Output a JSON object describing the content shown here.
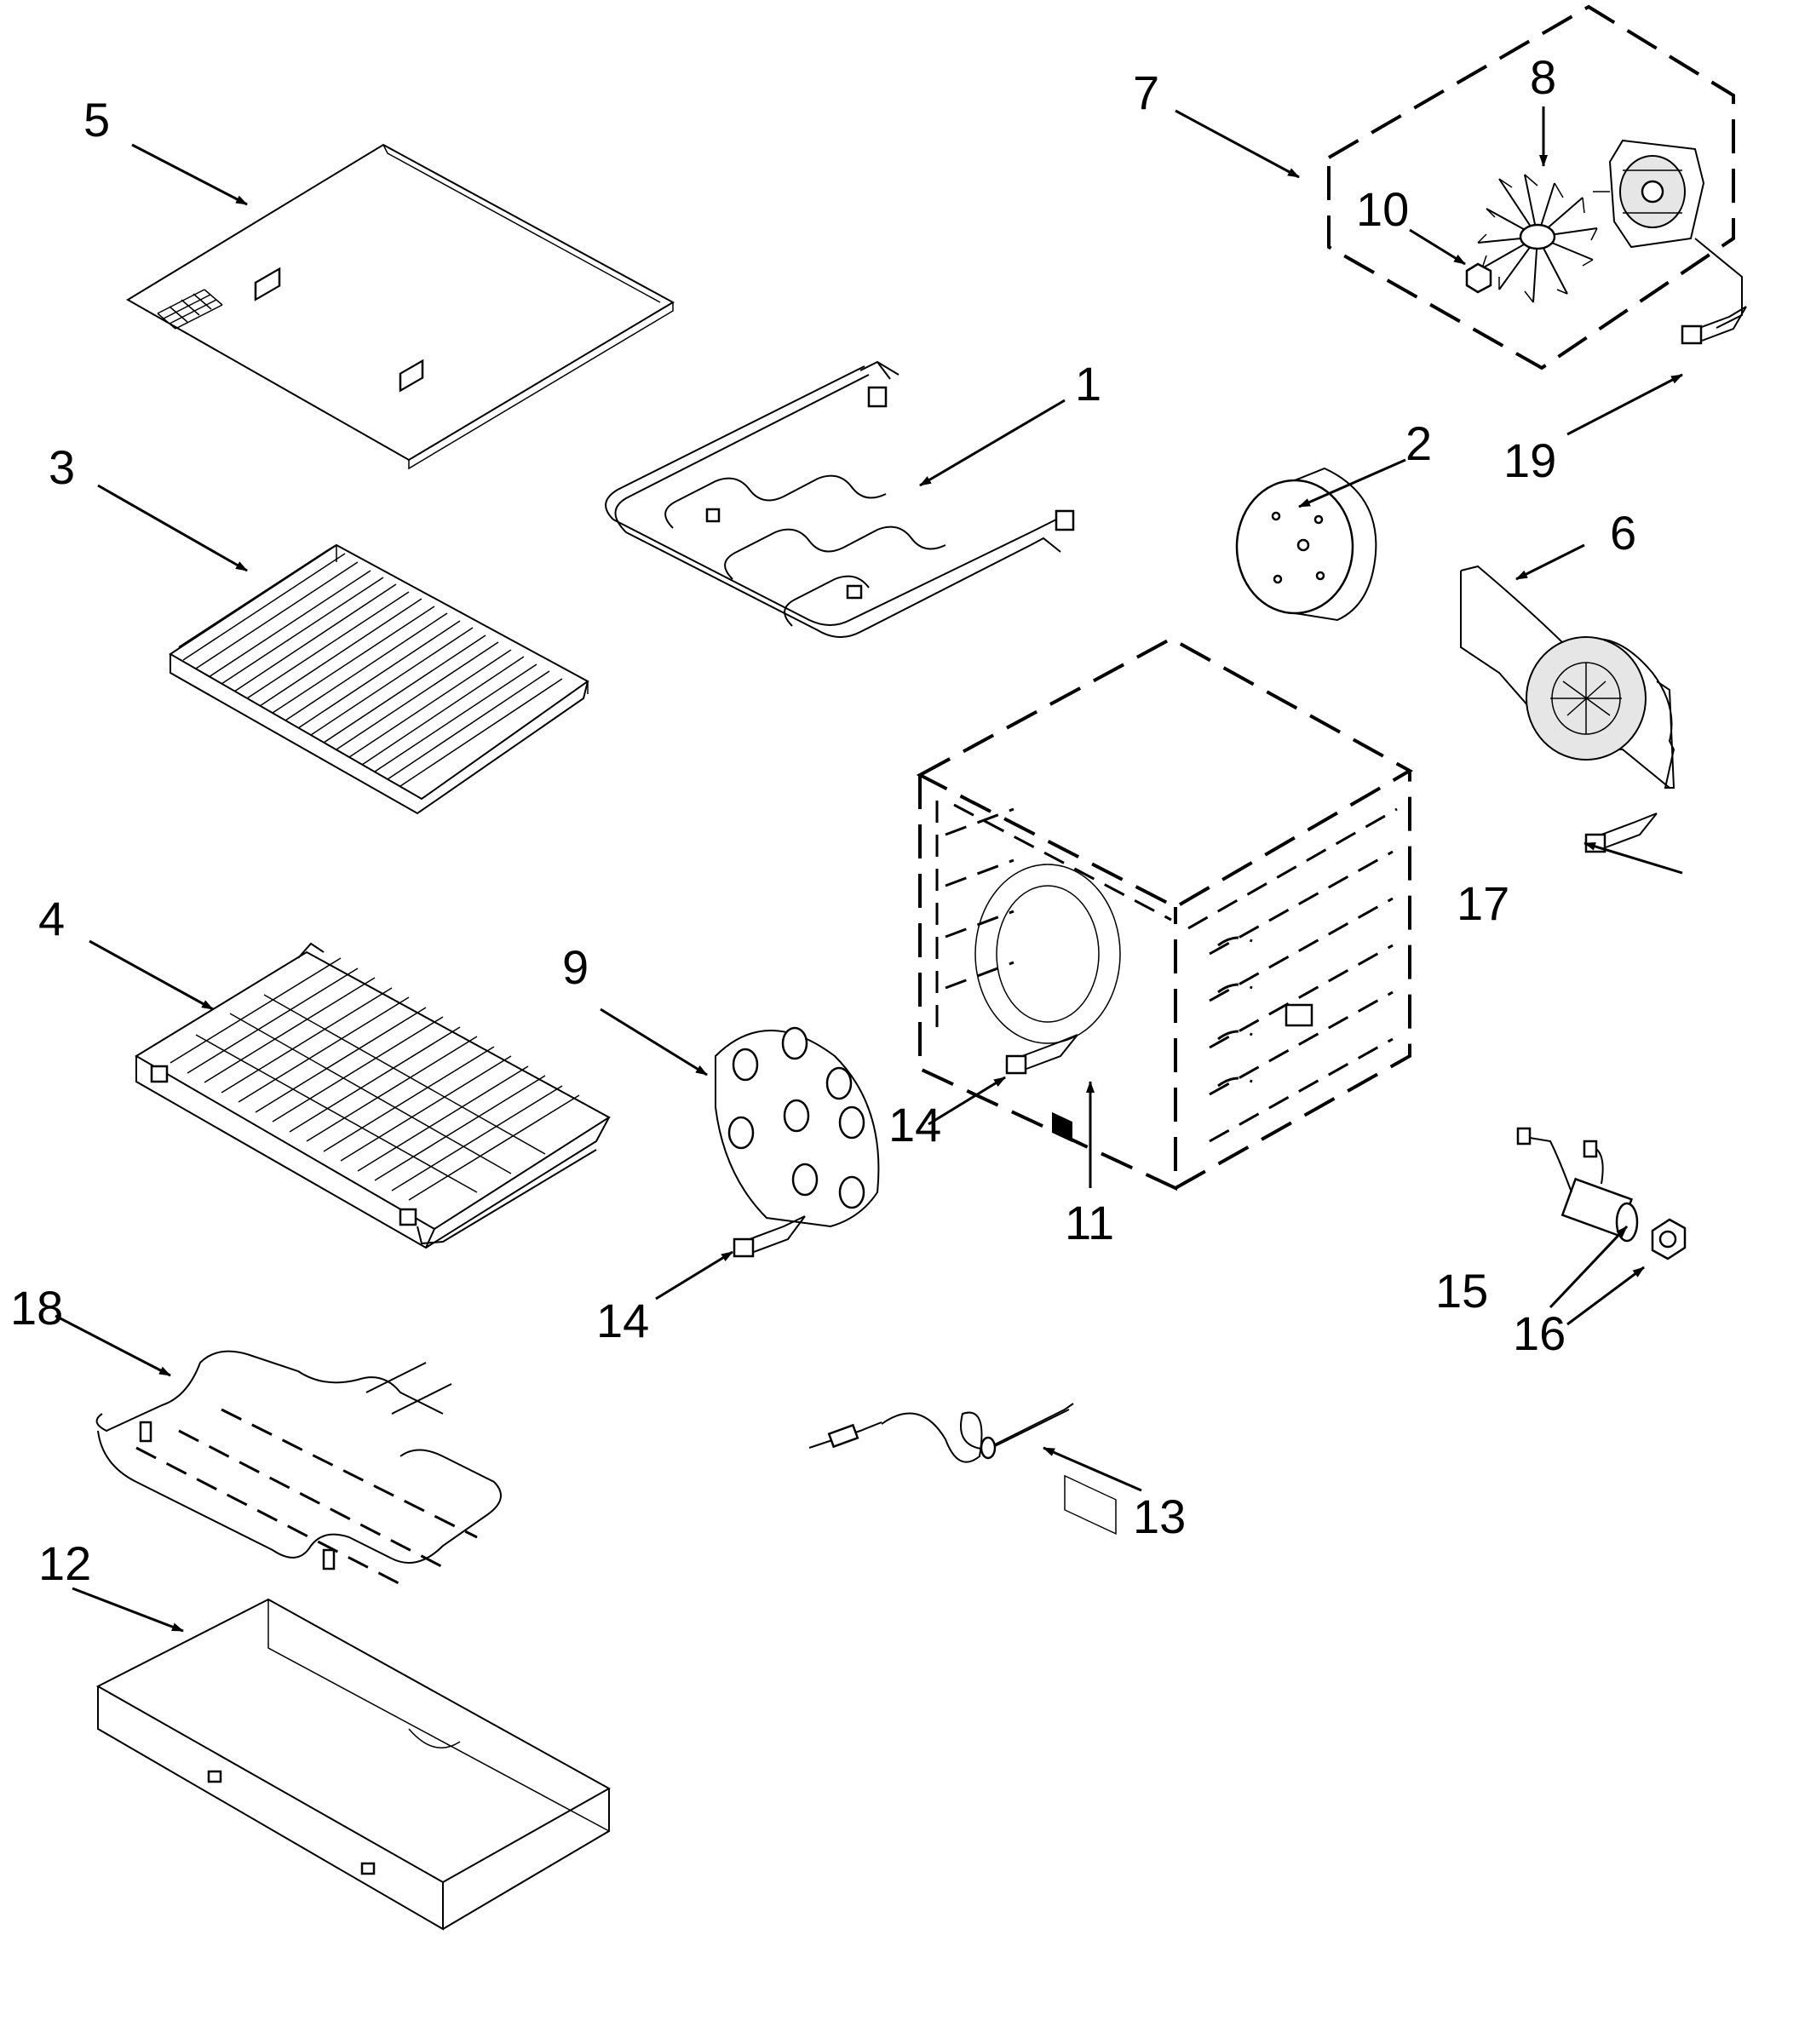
{
  "callouts": [
    {
      "id": "c1",
      "text": "1"
    },
    {
      "id": "c2",
      "text": "2"
    },
    {
      "id": "c3",
      "text": "3"
    },
    {
      "id": "c4",
      "text": "4"
    },
    {
      "id": "c5",
      "text": "5"
    },
    {
      "id": "c6",
      "text": "6"
    },
    {
      "id": "c7",
      "text": "7"
    },
    {
      "id": "c8",
      "text": "8"
    },
    {
      "id": "c9",
      "text": "9"
    },
    {
      "id": "c10",
      "text": "10"
    },
    {
      "id": "c11",
      "text": "11"
    },
    {
      "id": "c12",
      "text": "12"
    },
    {
      "id": "c13",
      "text": "13"
    },
    {
      "id": "c14a",
      "text": "14"
    },
    {
      "id": "c14b",
      "text": "14"
    },
    {
      "id": "c15",
      "text": "15"
    },
    {
      "id": "c16",
      "text": "16"
    },
    {
      "id": "c17",
      "text": "17"
    },
    {
      "id": "c18",
      "text": "18"
    },
    {
      "id": "c19",
      "text": "19"
    }
  ]
}
